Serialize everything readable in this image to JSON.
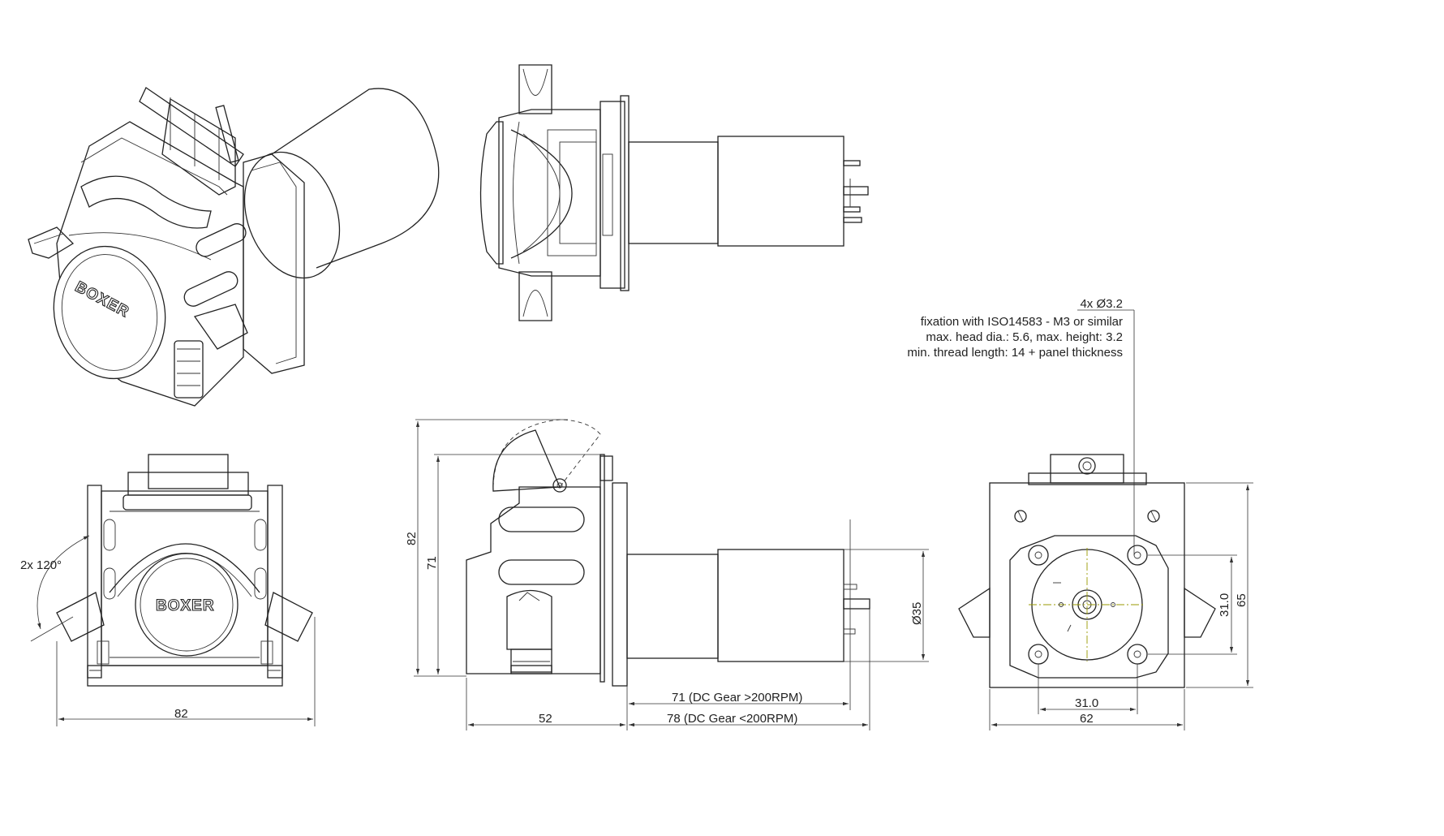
{
  "brand": "BOXER",
  "dimensions": {
    "front_width": "82",
    "front_angle": "2x 120°",
    "side_height_total": "82",
    "side_height": "71",
    "side_diameter": "Ø35",
    "side_head_length": "52",
    "side_motor_fast": "71 (DC Gear >200RPM)",
    "side_motor_slow": "78 (DC Gear <200RPM)",
    "rear_height": "65",
    "rear_hole_v": "31.0",
    "rear_hole_h": "31.0",
    "rear_width": "62"
  },
  "notes": {
    "holes": "4x Ø3.2",
    "line1": "fixation with ISO14583 - M3 or similar",
    "line2": "max. head dia.: 5.6, max. height: 3.2",
    "line3": "min. thread length: 14 + panel thickness"
  }
}
